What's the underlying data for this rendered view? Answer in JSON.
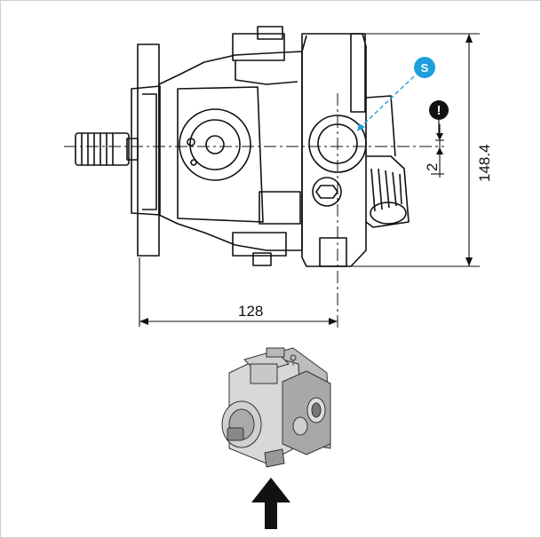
{
  "dimensions": {
    "width_label": "128",
    "height_label": "148.4",
    "offset_label": "2"
  },
  "callouts": {
    "suction_port_badge": "S",
    "warning_symbol": "!"
  },
  "icons": {
    "warning": "exclamation-in-circle-icon",
    "direction": "arrow-up-icon",
    "port": "port-circle-icon"
  },
  "colors": {
    "badge": "#1fa0dc",
    "leader": "#1fa0dc",
    "line": "#111111",
    "frame_border": "#cfcfcf"
  }
}
